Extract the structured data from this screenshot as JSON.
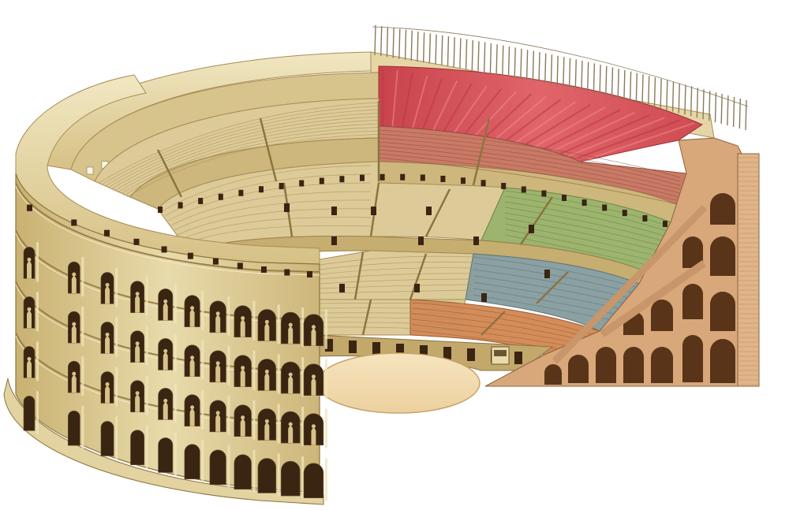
{
  "illustration": {
    "subject": "colosseum-cutaway",
    "background": "#ffffff",
    "colors": {
      "stone_light": "#eadfb0",
      "stone_mid": "#d9c58b",
      "stone_dark": "#b59a5d",
      "stone_shadow": "#8c7440",
      "arch_dark": "#3a2412",
      "arena_sand": "#f2dcae",
      "velarium_red": "#d9545a",
      "seats_red": "#c97a66",
      "seats_green": "#9cb46e",
      "seats_blue": "#8aa0a2",
      "seats_orange": "#d48c5a",
      "seats_tan": "#dccb98",
      "brick": "#d8a77a",
      "cut_dark": "#5a3418",
      "mast": "#8a7a5a"
    },
    "facade_levels": [
      "ground-arcade",
      "second-arcade",
      "third-arcade",
      "attic"
    ],
    "seating_zones": [
      "podium-orange",
      "maenianum-primum-blue",
      "maenianum-secundum-green",
      "upper-red",
      "summum-tan"
    ],
    "icons": [
      "statue-icon",
      "arch-icon",
      "mast-icon",
      "awning-icon"
    ]
  }
}
